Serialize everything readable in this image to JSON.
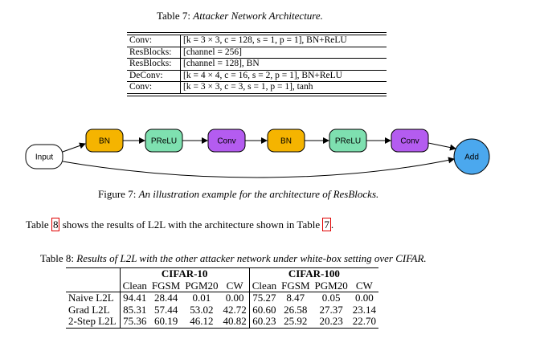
{
  "table7": {
    "label": "Table 7:",
    "title": "Attacker Network Architecture.",
    "rows": [
      {
        "layer": "Conv:",
        "params": "[k = 3 × 3, c = 128, s = 1, p = 1], BN+ReLU"
      },
      {
        "layer": "ResBlocks:",
        "params": "[channel = 256]"
      },
      {
        "layer": "ResBlocks:",
        "params": "[channel = 128],  BN"
      },
      {
        "layer": "DeConv:",
        "params": "[k = 4 × 4, c = 16, s = 2, p = 1], BN+ReLU"
      },
      {
        "layer": "Conv:",
        "params": "[k = 3 × 3, c = 3, s = 1, p = 1], tanh"
      }
    ]
  },
  "diagram": {
    "nodes": [
      {
        "id": "input",
        "label": "Input",
        "color": "#ffffff"
      },
      {
        "id": "bn1",
        "label": "BN",
        "color": "#f5b400"
      },
      {
        "id": "prelu1",
        "label": "PReLU",
        "color": "#7ee0b0"
      },
      {
        "id": "conv1",
        "label": "Conv",
        "color": "#b45cf0"
      },
      {
        "id": "bn2",
        "label": "BN",
        "color": "#f5b400"
      },
      {
        "id": "prelu2",
        "label": "PReLU",
        "color": "#7ee0b0"
      },
      {
        "id": "conv2",
        "label": "Conv",
        "color": "#b45cf0"
      },
      {
        "id": "add",
        "label": "Add",
        "color": "#4ba8ee"
      }
    ]
  },
  "figure7": {
    "label": "Figure 7:",
    "caption": "An illustration example for the architecture of ResBlocks."
  },
  "paragraph": {
    "before": "Table ",
    "ref1": "8",
    "middle": " shows the results of L2L with the architecture shown in Table ",
    "ref2": "7",
    "after": "."
  },
  "table8": {
    "label": "Table 8:",
    "title": "Results of L2L with the other attacker network under white-box setting over CIFAR.",
    "groups": [
      "CIFAR-10",
      "CIFAR-100"
    ],
    "columns": [
      "Clean",
      "FGSM",
      "PGM20",
      "CW",
      "Clean",
      "FGSM",
      "PGM20",
      "CW"
    ],
    "rows": [
      {
        "method": "Naive L2L",
        "values": [
          "94.41",
          "28.44",
          "0.01",
          "0.00",
          "75.27",
          "8.47",
          "0.05",
          "0.00"
        ]
      },
      {
        "method": "Grad L2L",
        "values": [
          "85.31",
          "57.44",
          "53.02",
          "42.72",
          "60.60",
          "26.58",
          "27.37",
          "23.14"
        ]
      },
      {
        "method": "2-Step L2L",
        "values": [
          "75.36",
          "60.19",
          "46.12",
          "40.82",
          "60.23",
          "25.92",
          "20.23",
          "22.70"
        ]
      }
    ]
  }
}
